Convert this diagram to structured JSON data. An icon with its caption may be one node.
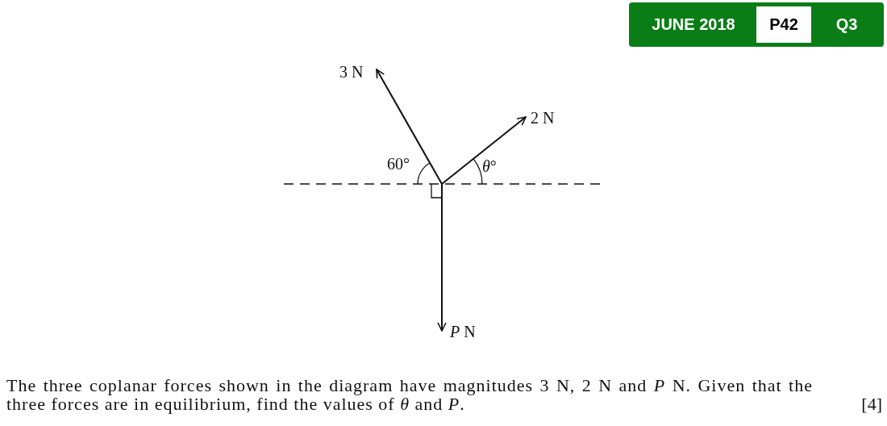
{
  "diagram": {
    "labels": [
      "JUNE 2018",
      "P42",
      "Q3",
      "3 N",
      "2 N",
      "60°",
      "*θ*°",
      "*P* N",
      "The three coplanar forces shown in the diagram have magnitudes 3 N, 2 N and *P* N. Given that the three forces are in equilibrium, find the values of *θ* and *P*.",
      "[4]"
    ]
  }
}
